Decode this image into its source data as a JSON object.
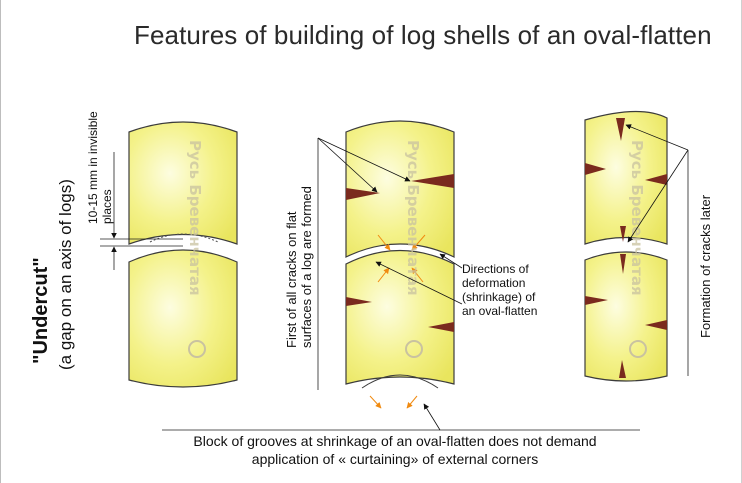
{
  "title": "Features of building of log shells of an oval-flatten",
  "labels": {
    "undercut_title": "\"Undercut\"",
    "undercut_subtitle": "(a gap on an axis of logs)",
    "gap_line1": "10-15 mm in invisible",
    "gap_line2": "places",
    "cracks_first_line1": "First of all cracks on flat",
    "cracks_first_line2": "surfaces of a log are formed",
    "deformation_line1": "Directions of",
    "deformation_line2": "deformation",
    "deformation_line3": "(shrinkage) of",
    "deformation_line4": "an oval-flatten",
    "cracks_later": "Formation of cracks later",
    "caption_line1": "Block of grooves at shrinkage of  an oval-flatten does not demand",
    "caption_line2": "application of « curtaining» of external corners"
  },
  "watermark": "Русь Бревенчатая",
  "colors": {
    "log_fill": "#f2f07a",
    "log_highlight": "#fdfde0",
    "log_outline": "#3c3c3c",
    "crack": "#7a2a1e",
    "deform_arrow": "#f08a10",
    "text": "#111111"
  },
  "icons": {
    "watermark_seal": "circle-logo-icon"
  }
}
